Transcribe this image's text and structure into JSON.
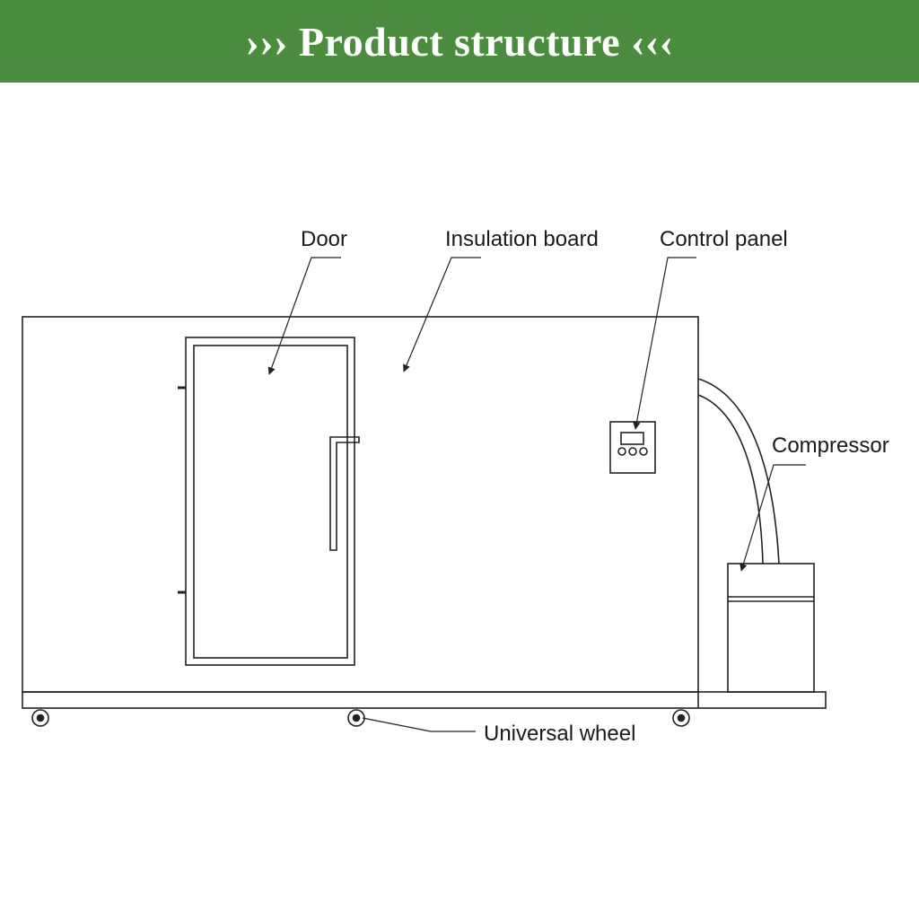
{
  "header": {
    "left_marks": "›››",
    "title": "Product structure",
    "right_marks": "‹‹‹",
    "background_color": "#4b8c3f",
    "text_color": "#ffffff"
  },
  "labels": {
    "door": "Door",
    "insulation_board": "Insulation board",
    "control_panel": "Control panel",
    "compressor": "Compressor",
    "universal_wheel": "Universal wheel"
  }
}
